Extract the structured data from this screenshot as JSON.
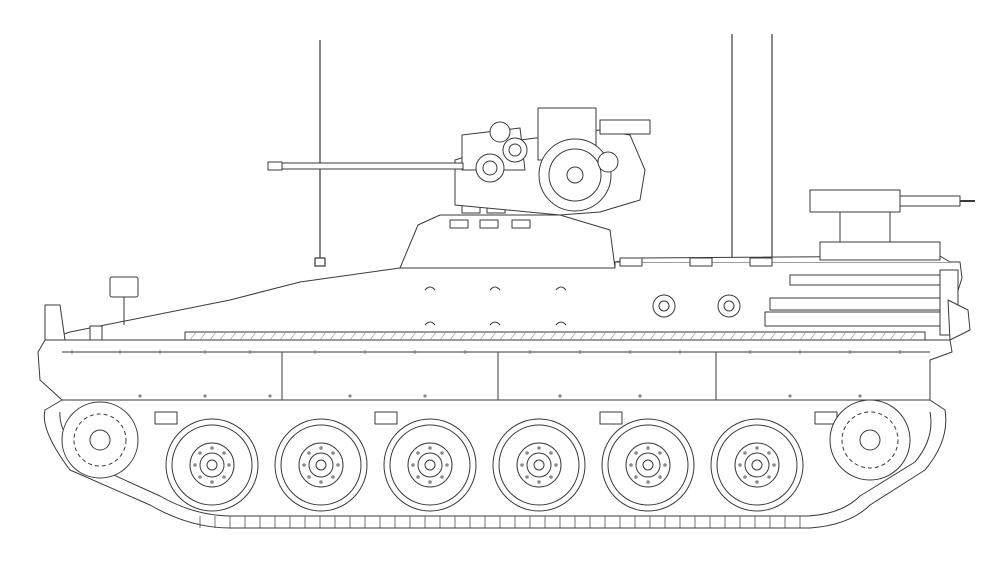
{
  "drawing": {
    "subject": "tracked-infantry-fighting-vehicle-side-view",
    "style": "line-art",
    "colors": {
      "line": "#3a3a3a",
      "fill": "#ffffff",
      "background": "#ffffff",
      "detail": "#8a8a8a"
    },
    "road_wheel_count": 6
  }
}
